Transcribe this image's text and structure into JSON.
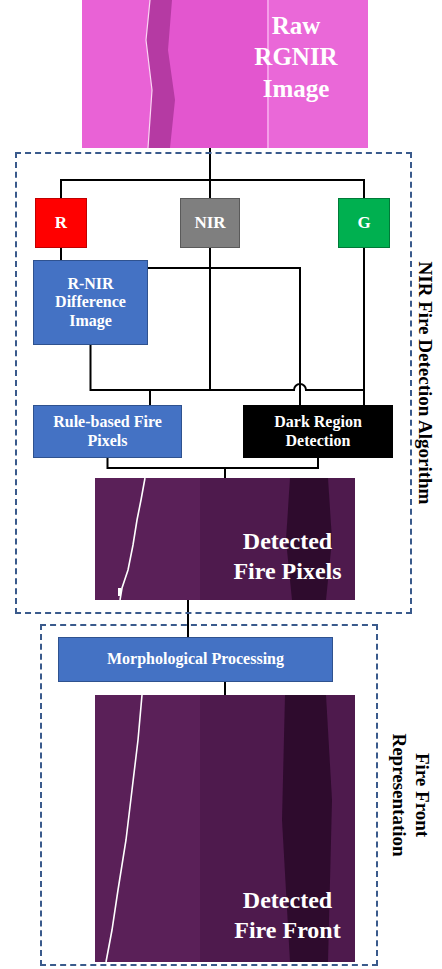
{
  "diagram": {
    "nodes": [
      {
        "text": [
          "Raw RGNIR Image"
        ]
      },
      {
        "text": [
          "NIR Fire Detection Algorithm"
        ]
      },
      {
        "text": [
          "R"
        ],
        "in": 1
      },
      {
        "text": [
          "NIR"
        ],
        "in": 1
      },
      {
        "text": [
          "G"
        ],
        "in": 1
      },
      {
        "text": [
          "R-NIR Difference Image"
        ],
        "in": 1
      },
      {
        "text": [
          "Rule-based Fire Pixels"
        ],
        "in": 1
      },
      {
        "text": [
          "Dark Region Detection"
        ],
        "in": 1
      },
      {
        "text": [
          "Detected Fire Pixels"
        ],
        "in": 1
      },
      {
        "text": [
          "Fire Front Representation"
        ]
      },
      {
        "text": [
          "Morphological Processing"
        ],
        "in": 9
      },
      {
        "text": [
          "Detected Fire Front"
        ],
        "in": 9
      }
    ],
    "edges": [
      {
        "from": 0,
        "to": 2,
        "arrow": "none"
      },
      {
        "from": 0,
        "to": 3,
        "arrow": "none"
      },
      {
        "from": 0,
        "to": 4,
        "arrow": "none"
      },
      {
        "from": 2,
        "to": 5,
        "arrow": "none"
      },
      {
        "from": 3,
        "to": 5,
        "arrow": "none"
      },
      {
        "from": 3,
        "to": 6,
        "arrow": "none"
      },
      {
        "from": 3,
        "to": 7,
        "arrow": "none"
      },
      {
        "from": 4,
        "to": 6,
        "arrow": "none"
      },
      {
        "from": 4,
        "to": 7,
        "arrow": "none"
      },
      {
        "from": 5,
        "to": 6,
        "arrow": "none"
      },
      {
        "from": 6,
        "to": 8,
        "arrow": "none"
      },
      {
        "from": 7,
        "to": 8,
        "arrow": "none"
      },
      {
        "from": 8,
        "to": 10,
        "arrow": "none"
      },
      {
        "from": 10,
        "to": 11,
        "arrow": "none"
      }
    ]
  }
}
